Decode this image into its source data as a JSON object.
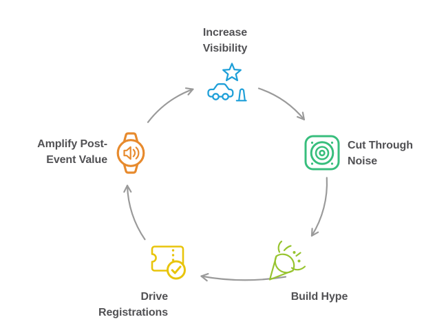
{
  "diagram": {
    "type": "cycle",
    "direction": "clockwise",
    "background": "#ffffff",
    "text_color": "#515154",
    "arrow_color": "#9a9a9a",
    "nodes": [
      {
        "id": "increase-visibility",
        "position": "top",
        "label": "Increase Visibility",
        "label_lines": [
          "Increase",
          "Visibility"
        ],
        "icon": "star-car-cone-icon",
        "color": "#1e9fd8"
      },
      {
        "id": "cut-through-noise",
        "position": "right",
        "label": "Cut Through Noise",
        "label_lines": [
          "Cut Through",
          "Noise"
        ],
        "icon": "loudspeaker-icon",
        "color": "#38be7d"
      },
      {
        "id": "build-hype",
        "position": "bottom-right",
        "label": "Build Hype",
        "label_lines": [
          "Build Hype"
        ],
        "icon": "party-popper-icon",
        "color": "#97c42f"
      },
      {
        "id": "drive-registrations",
        "position": "bottom-left",
        "label": "Drive Registrations",
        "label_lines": [
          "Drive",
          "Registrations"
        ],
        "icon": "ticket-checkmark-icon",
        "color": "#e8c40a"
      },
      {
        "id": "amplify-post-event-value",
        "position": "left",
        "label": "Amplify Post-Event Value",
        "label_lines": [
          "Amplify Post-",
          "Event Value"
        ],
        "icon": "smartwatch-sound-icon",
        "color": "#e78a2d"
      }
    ],
    "edges": [
      {
        "from": "increase-visibility",
        "to": "cut-through-noise"
      },
      {
        "from": "cut-through-noise",
        "to": "build-hype"
      },
      {
        "from": "build-hype",
        "to": "drive-registrations"
      },
      {
        "from": "drive-registrations",
        "to": "amplify-post-event-value"
      },
      {
        "from": "amplify-post-event-value",
        "to": "increase-visibility"
      }
    ]
  }
}
